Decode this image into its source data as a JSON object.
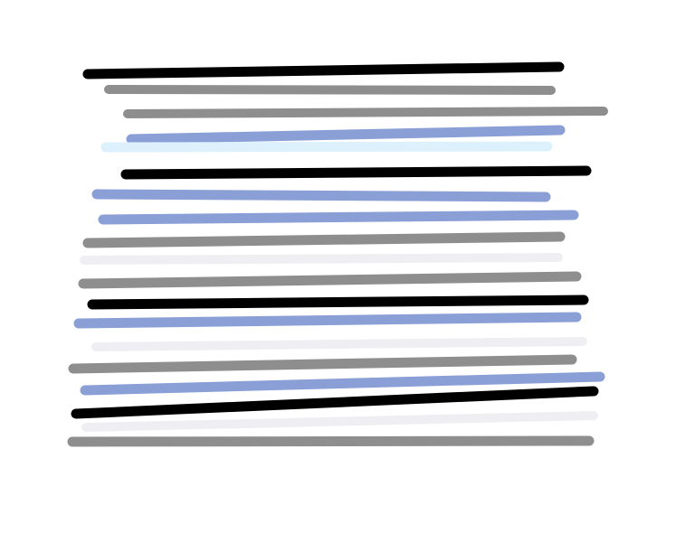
{
  "palette": {
    "black": "#000000",
    "gray": "#8e8e8e",
    "blue": "#8a9fd6",
    "light_blue": "#ddf1fd",
    "light_gray": "#efeff3"
  },
  "strokes": [
    {
      "color": "black"
    },
    {
      "color": "gray"
    },
    {
      "color": "gray"
    },
    {
      "color": "blue"
    },
    {
      "color": "light_blue"
    },
    {
      "color": "black"
    },
    {
      "color": "blue"
    },
    {
      "color": "blue"
    },
    {
      "color": "gray"
    },
    {
      "color": "light_gray"
    },
    {
      "color": "gray"
    },
    {
      "color": "black"
    },
    {
      "color": "blue"
    },
    {
      "color": "light_gray"
    },
    {
      "color": "gray"
    },
    {
      "color": "blue"
    },
    {
      "color": "black"
    },
    {
      "color": "light_gray"
    },
    {
      "color": "gray"
    }
  ]
}
